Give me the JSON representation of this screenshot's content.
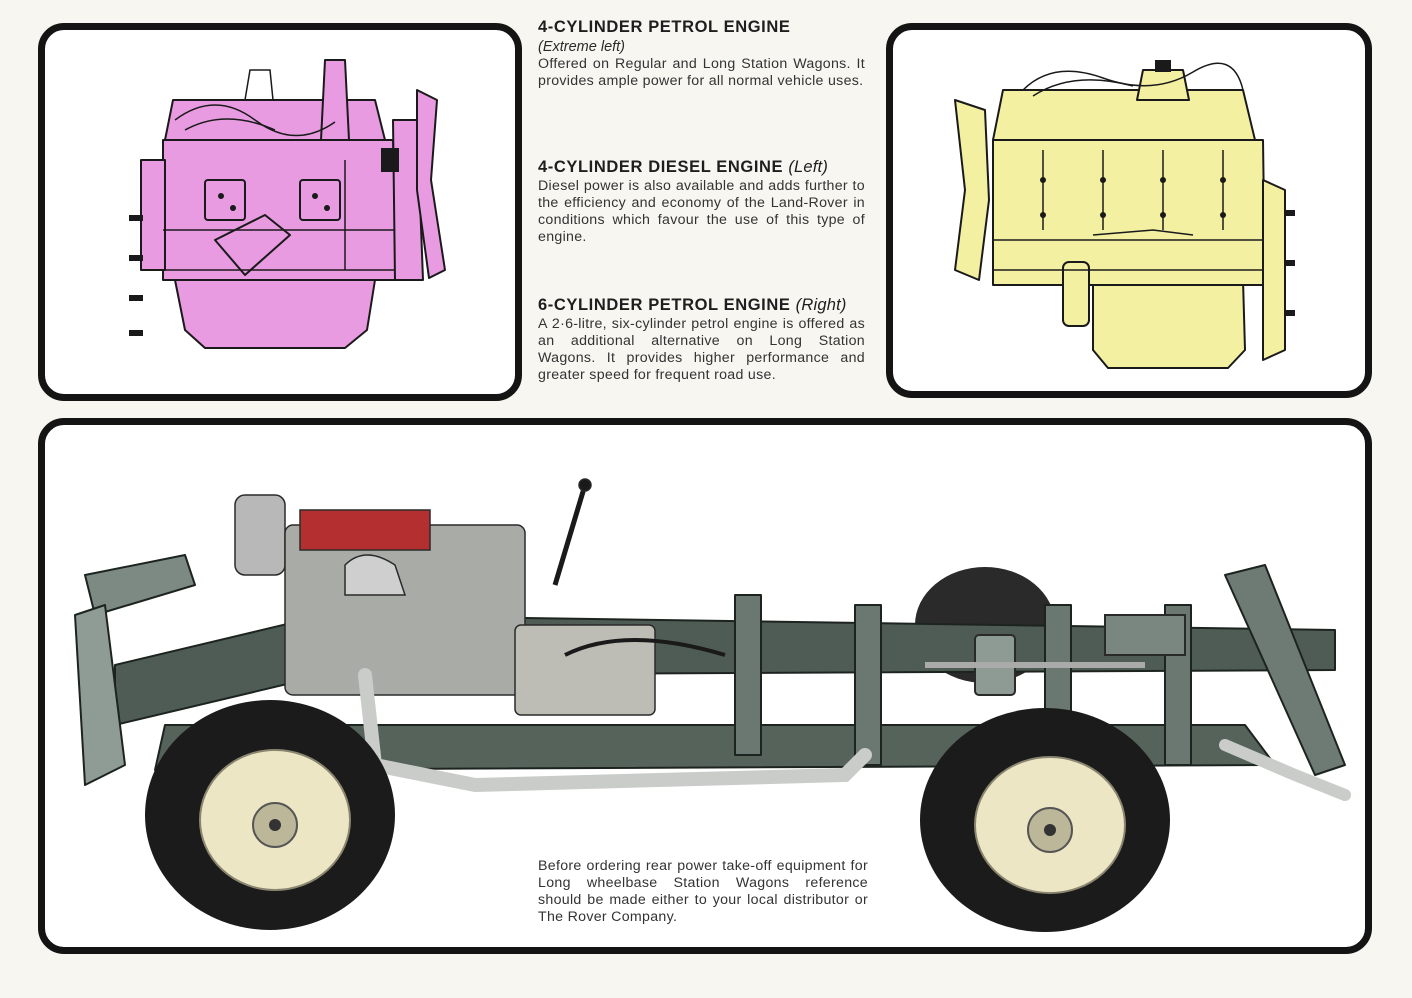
{
  "engines": [
    {
      "title": "4-CYLINDER PETROL ENGINE",
      "position_note": "(Extreme left)",
      "description": "Offered on Regular and Long Station Wagons. It provides ample power for all normal vehicle uses."
    },
    {
      "title": "4-CYLINDER DIESEL ENGINE",
      "position_note": "(Left)",
      "description": "Diesel power is also available and adds further to the efficiency and economy of the Land-Rover in conditions which favour the use of this type of engine."
    },
    {
      "title": "6-CYLINDER PETROL ENGINE",
      "position_note": "(Right)",
      "description": "A 2·6-litre, six-cylinder petrol engine is offered as an additional alternative on Long Station Wagons. It provides higher performance and greater speed for frequent road use."
    }
  ],
  "chassis_caption": "Before ordering rear power take-off equipment for Long wheelbase Station Wagons reference should be made either to your local distributor or The Rover Company.",
  "colors": {
    "frame_border": "#141414",
    "petrol_engine_fill": "#e89be0",
    "six_cyl_engine_fill": "#f3f0a2",
    "chassis_frame": "#4f5c55",
    "tyre": "#1b1b1b",
    "wheel_rim": "#ece6c4"
  },
  "images": {
    "left_engine": "4-cylinder-engine-illustration",
    "right_engine": "6-cylinder-engine-illustration",
    "chassis": "land-rover-chassis-photo"
  }
}
